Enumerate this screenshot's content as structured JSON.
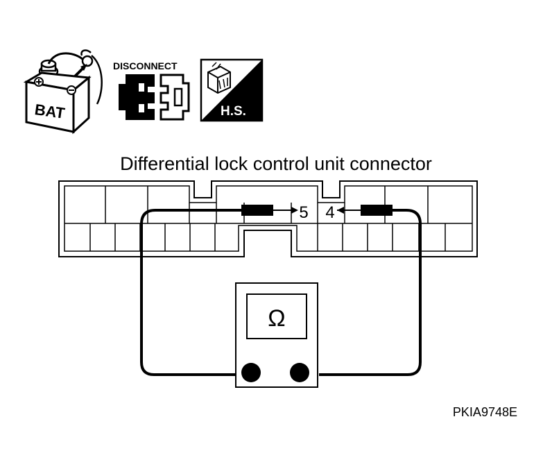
{
  "icons": {
    "battery": {
      "name": "battery-disconnect-icon",
      "label": "BAT"
    },
    "disconnect": {
      "name": "connector-disconnect-icon",
      "label": "DISCONNECT"
    },
    "harness": {
      "name": "harness-side-icon",
      "label": "H.S."
    }
  },
  "connector": {
    "title": "Differential lock control unit connector",
    "pins": [
      {
        "id": "pin-5",
        "label": "5"
      },
      {
        "id": "pin-4",
        "label": "4"
      }
    ]
  },
  "meter": {
    "name": "ohmmeter",
    "symbol": "Ω"
  },
  "figure_code": "PKIA9748E",
  "colors": {
    "line": "#000000",
    "background": "#ffffff"
  }
}
